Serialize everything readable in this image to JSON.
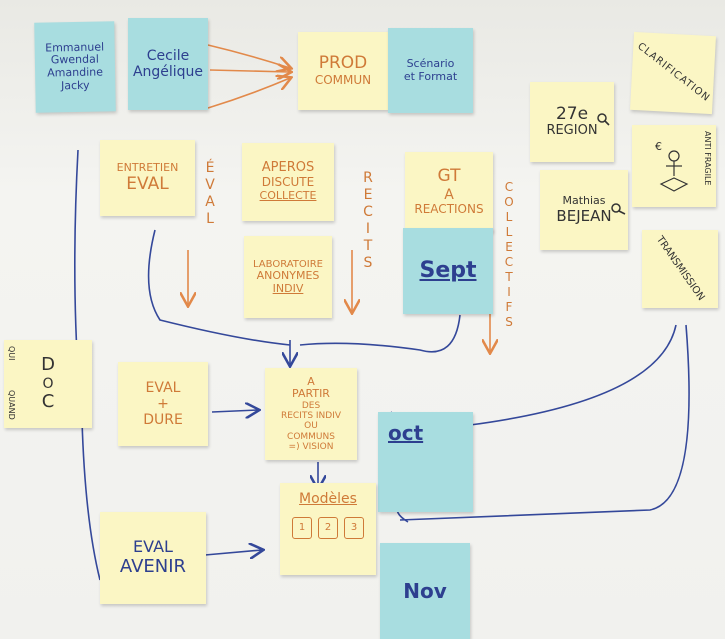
{
  "notes": {
    "names": [
      "Emmanuel",
      "Gwendal",
      "Amandine",
      "Jacky"
    ],
    "cecile": [
      "Cecile",
      "Angélique"
    ],
    "prod": [
      "PROD",
      "COMMUN"
    ],
    "scenario": [
      "Scénario",
      "et Format"
    ],
    "clarification": "CLARIFICATION",
    "region": [
      "27e",
      "REGION"
    ],
    "mathias": [
      "Mathias",
      "BEJEAN"
    ],
    "anti_fragile": "ANTI FRAGILE",
    "transmission": "TRANSMISSION",
    "entretien": [
      "ENTRETIEN",
      "EVAL"
    ],
    "aperos": [
      "APEROS",
      "DISCUTE",
      "COLLECTE"
    ],
    "laboratoire": [
      "LABORATOIRE",
      "ANONYMES",
      "INDIV"
    ],
    "gt": [
      "GT",
      "A",
      "REACTIONS"
    ],
    "sept": "Sept",
    "qui": "QUI",
    "qui_when": "QUAND",
    "doc": [
      "D",
      "O",
      "C"
    ],
    "eval_dure": [
      "EVAL",
      "+",
      "DURE"
    ],
    "a_partir": [
      "A",
      "PARTIR",
      "DES",
      "RECITS INDIV",
      "OU",
      "COMMUNS",
      "=) VISION"
    ],
    "oct": "oct",
    "modeles": "Modèles",
    "modeles_slots": [
      "1",
      "2",
      "3"
    ],
    "eval_avenir": [
      "EVAL",
      "AVENIR"
    ],
    "nov": "Nov"
  },
  "vertical_labels": {
    "eval": "ÉVAL",
    "recits": "RECITS",
    "collectifs": "COLLECTIFS"
  },
  "colors": {
    "yellow": "#fbf6c4",
    "blue_note": "#a8dde0",
    "orange_ink": "#cf7a38",
    "blue_ink": "#2d3f8f"
  }
}
